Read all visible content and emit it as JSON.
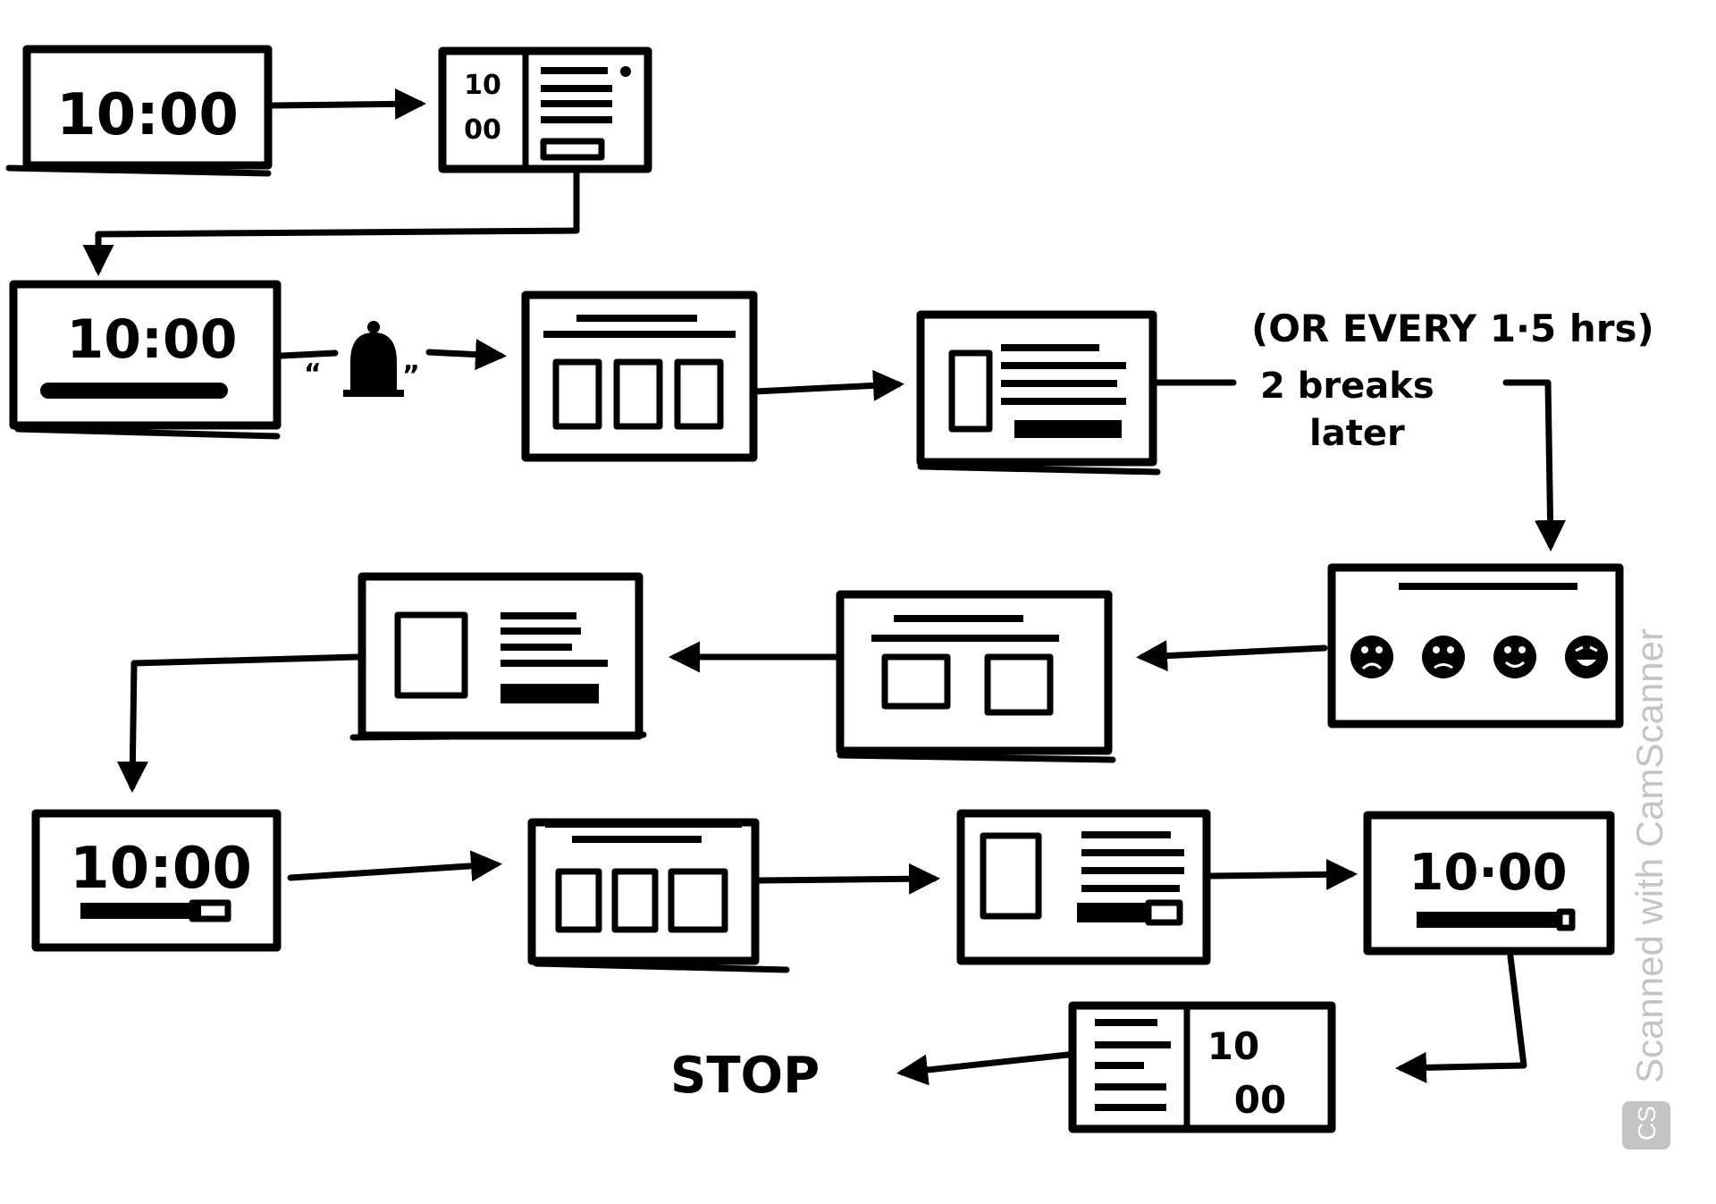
{
  "timers": {
    "screen1": "10:00",
    "screen2_top": "10",
    "screen2_bottom": "00",
    "screen3": "10:00",
    "screen11": "10:00",
    "screen14": "10·00",
    "screen15_top": "10",
    "screen15_bottom": "00"
  },
  "annotations": {
    "frequency_note": "(OR EVERY 1·5 hrs)",
    "breaks_line1": "2 breaks",
    "breaks_line2": "later",
    "stop_label": "STOP"
  },
  "watermark": {
    "badge": "CS",
    "text": "Scanned with CamScanner"
  },
  "icons": {
    "alarm": "bell-icon",
    "moods": [
      "crying-face-icon",
      "sad-face-icon",
      "happy-face-icon",
      "laughing-face-icon"
    ]
  }
}
